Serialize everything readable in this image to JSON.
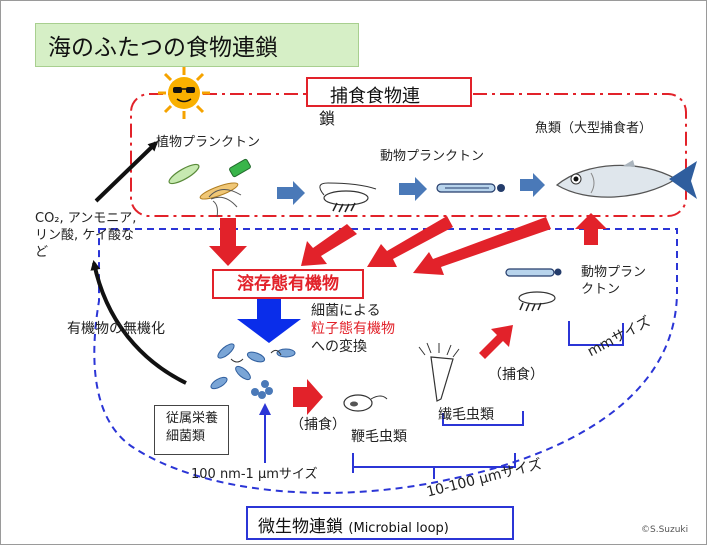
{
  "title": "海のふたつの食物連鎖",
  "predator_chain": {
    "line1": "捕食食物連",
    "line2": "鎖"
  },
  "labels": {
    "phytoplankton": "植物プランクトン",
    "zooplankton": "動物プランクトン",
    "fish": "魚類（大型捕食者）",
    "nutrients_line1": "CO₂, アンモニア,",
    "nutrients_line2": "リン酸, ケイ酸な",
    "nutrients_line3": "ど",
    "dom": "溶存態有機物",
    "bacteria_conv_1": "細菌による",
    "bacteria_conv_2": "粒子態有機物",
    "bacteria_conv_3": "への変換",
    "mineralization": "有機物の無機化",
    "heterotrophic_1": "従属栄養",
    "heterotrophic_2": "細菌類",
    "predation_1": "（捕食）",
    "predation_2": "（捕食）",
    "flagellates": "鞭毛虫類",
    "ciliates": "繊毛虫類",
    "zooplankton_2_line1": "動物プラン",
    "zooplankton_2_line2": "クトン",
    "size_mm": "mmサイズ",
    "size_10_100": "10-100 µmサイズ",
    "size_100nm": "100 nm-1 µmサイズ",
    "microbial_jp": "微生物連鎖",
    "microbial_en": "(Microbial loop)",
    "credit": "©S.Suzuki"
  },
  "colors": {
    "red": "#e2222a",
    "blue": "#2b35d6",
    "arrow_blue": "#4a79b8",
    "title_bg": "#d6efc6"
  },
  "icons": [
    "sun-icon",
    "phytoplankton-icon",
    "copepod-icon",
    "larva-icon",
    "fish-icon",
    "bacteria-icon",
    "flagellate-icon",
    "ciliate-icon"
  ]
}
